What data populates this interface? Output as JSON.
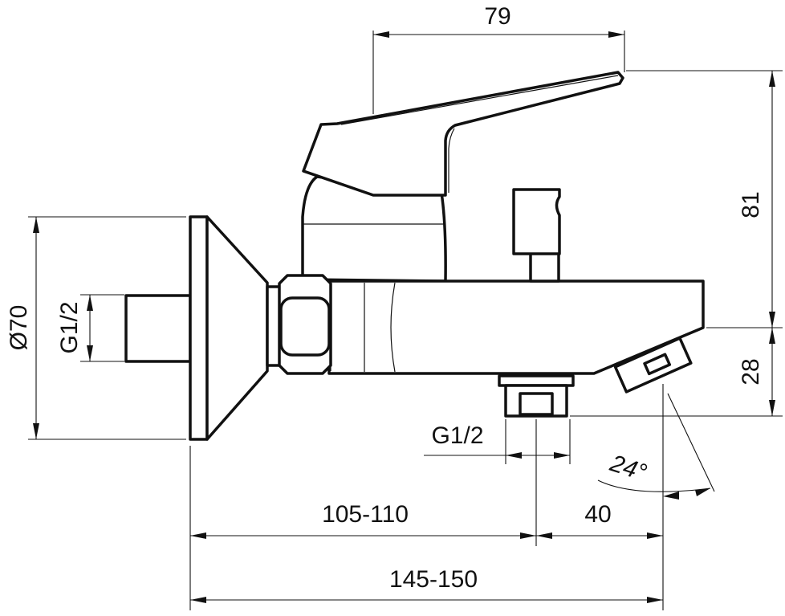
{
  "drawing": {
    "dimensions": {
      "lever_reach": "79",
      "height_above_spout": "81",
      "spout_drop": "28",
      "wall_plate_diameter": "Ø70",
      "inlet_thread": "G1/2",
      "outlet_thread": "G1/2",
      "wall_to_outlet": "105-110",
      "outlet_to_spout": "40",
      "total_projection": "145-150",
      "spout_angle": "24°"
    }
  }
}
